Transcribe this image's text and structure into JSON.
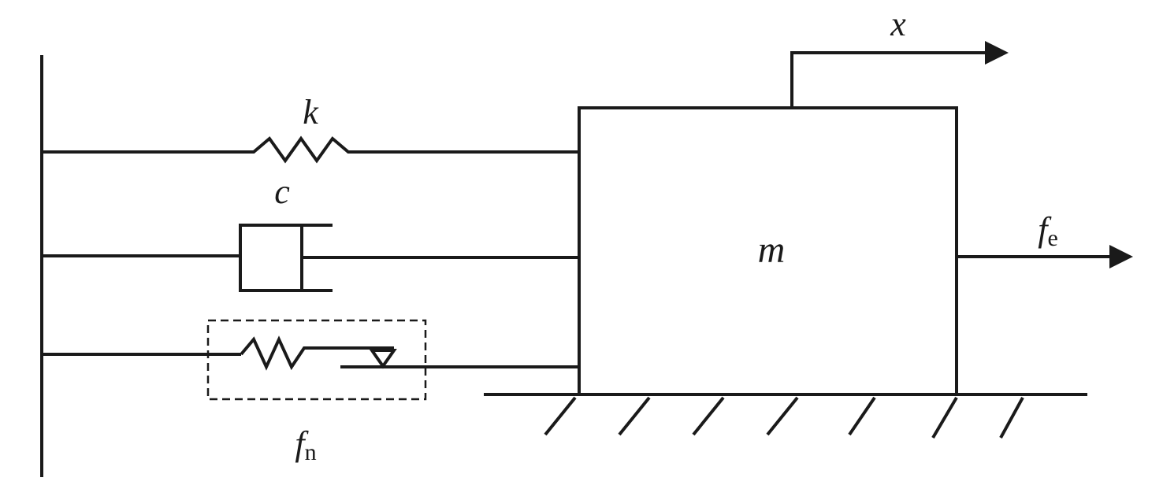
{
  "labels": {
    "stiffness": "k",
    "damping": "c",
    "mass": "m",
    "displacement": "x",
    "external_force": "f",
    "external_force_sub": "e",
    "nonlinear_force": "f",
    "nonlinear_force_sub": "n"
  },
  "colors": {
    "line": "#1a1a1a",
    "background": "#ffffff"
  }
}
